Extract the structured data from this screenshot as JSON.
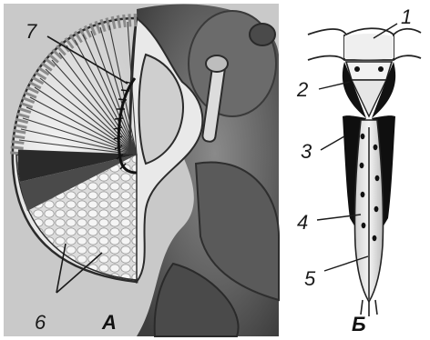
{
  "panels": [
    {
      "id": "A",
      "label": "А"
    },
    {
      "id": "B",
      "label": "Б"
    }
  ],
  "labels_a": [
    {
      "id": "7",
      "text": "7"
    },
    {
      "id": "6",
      "text": "6"
    }
  ],
  "labels_b": [
    {
      "id": "1",
      "text": "1"
    },
    {
      "id": "2",
      "text": "2"
    },
    {
      "id": "3",
      "text": "3"
    },
    {
      "id": "4",
      "text": "4"
    },
    {
      "id": "5",
      "text": "5"
    }
  ],
  "colors": {
    "background_a": "#c9c9c9",
    "facet_fill": "#efefef",
    "dark_tissue": "#3a3a3a",
    "ommatidium_pigment": "#111111"
  }
}
